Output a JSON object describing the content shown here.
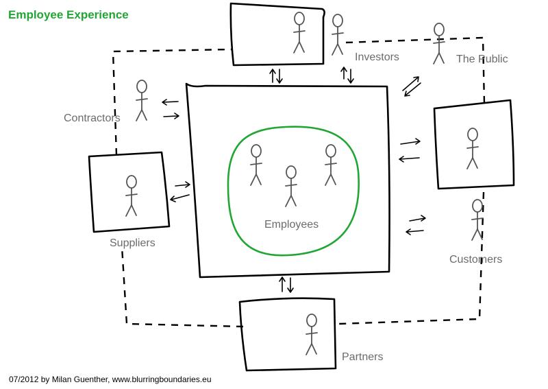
{
  "title": "Employee Experience",
  "labels": {
    "investors": "Investors",
    "the_public": "The Public",
    "contractors": "Contractors",
    "suppliers": "Suppliers",
    "employees": "Employees",
    "customers": "Customers",
    "partners": "Partners"
  },
  "credit": "07/2012 by Milan Guenther, www.blurringboundaries.eu",
  "colors": {
    "accent_green": "#22a633",
    "label_gray": "#6b6b6b",
    "ink": "#000000"
  }
}
